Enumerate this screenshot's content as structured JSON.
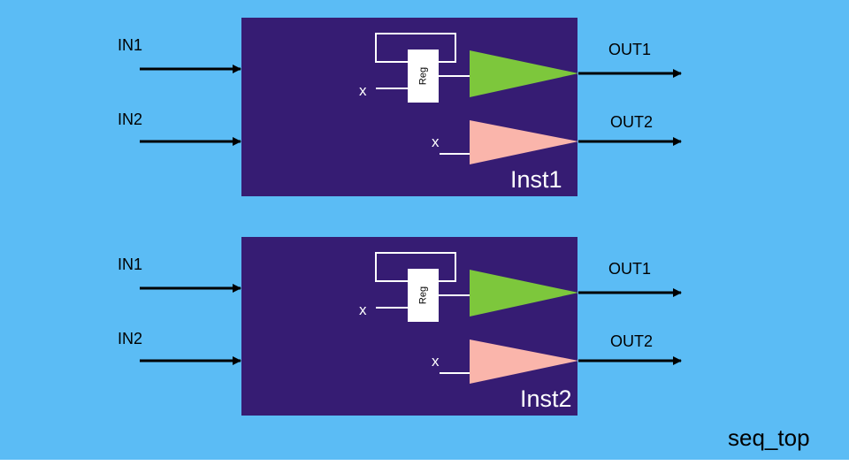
{
  "colors": {
    "background": "#5BBCF5",
    "block_fill": "#361C73",
    "green_buffer": "#7DC73C",
    "pink_buffer": "#FAB5AB",
    "wire_white": "#FFFFFF",
    "wire_black": "#000000",
    "reg_fill": "#FFFFFF"
  },
  "top_label": "seq_top",
  "instances": [
    {
      "name": "Inst1",
      "inputs": [
        "IN1",
        "IN2"
      ],
      "outputs": [
        "OUT1",
        "OUT2"
      ],
      "reg_label": "Reg",
      "x_labels": [
        "x",
        "x"
      ]
    },
    {
      "name": "Inst2",
      "inputs": [
        "IN1",
        "IN2"
      ],
      "outputs": [
        "OUT1",
        "OUT2"
      ],
      "reg_label": "Reg",
      "x_labels": [
        "x",
        "x"
      ]
    }
  ]
}
